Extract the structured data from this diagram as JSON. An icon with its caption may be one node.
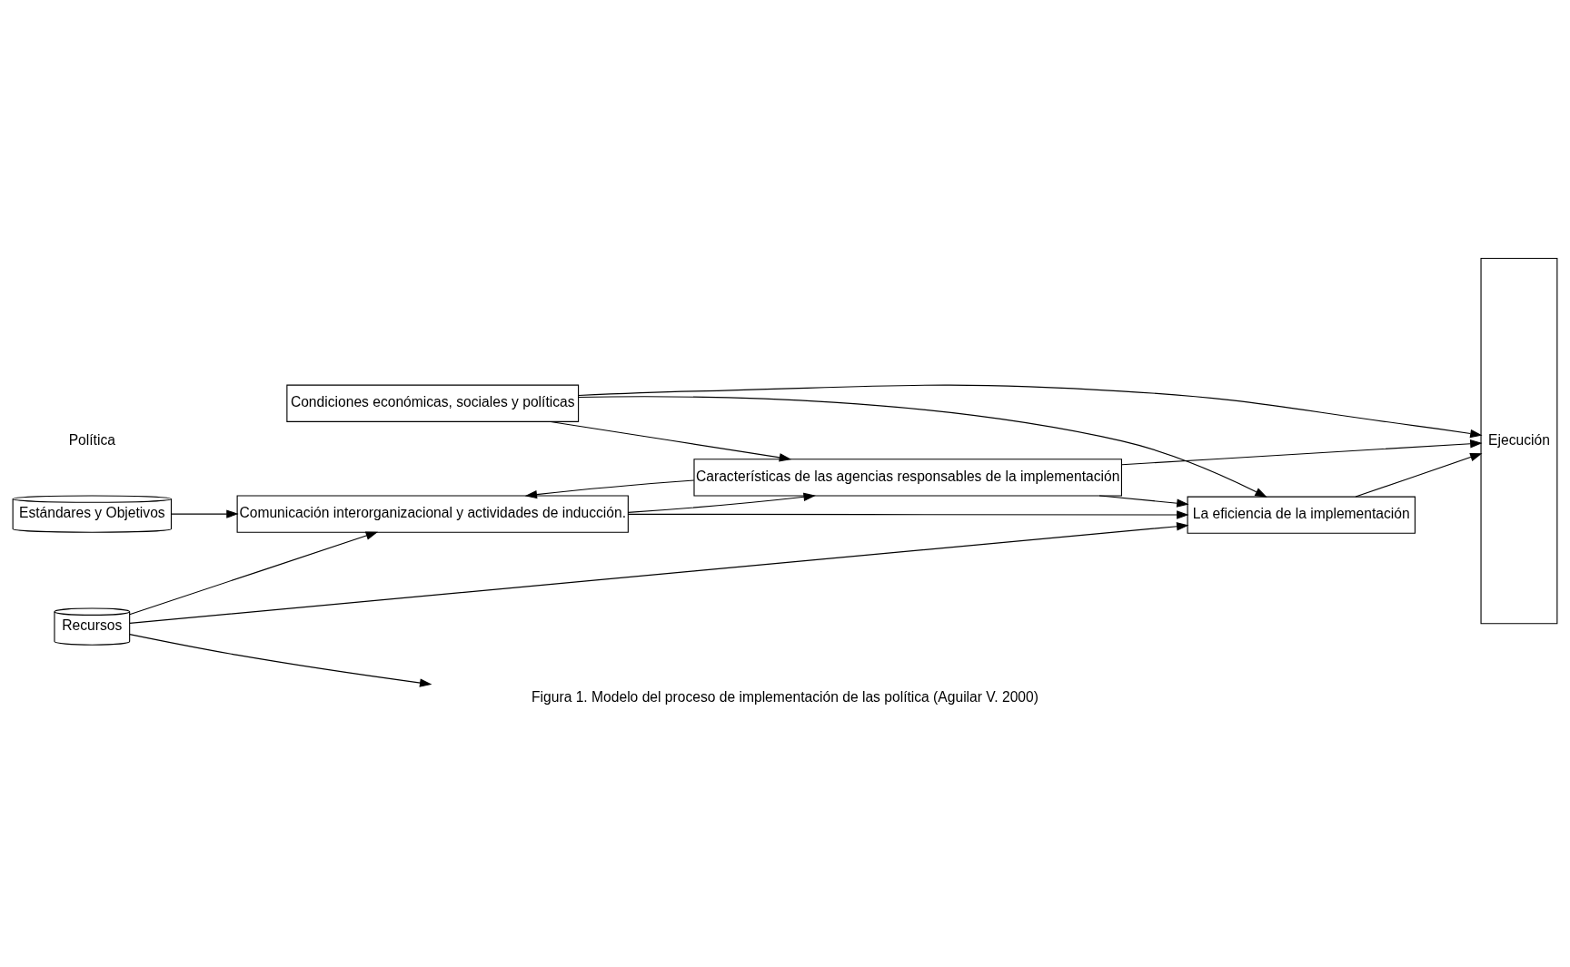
{
  "diagram": {
    "caption": "Figura 1. Modelo del proceso de implementación de las política (Aguilar V. 2000)",
    "nodes": [
      {
        "text": [
          "Estándares y Objetivos"
        ]
      },
      {
        "text": [
          "Recursos"
        ]
      },
      {
        "text": [
          "Comunicación interorganizacional y actividades de inducción."
        ]
      },
      {
        "text": [
          "Características de las agencias responsables de la implementación"
        ]
      },
      {
        "text": [
          "La eficiencia de la implementación"
        ]
      },
      {
        "text": [
          "Condiciones económicas, sociales y políticas"
        ]
      },
      {
        "text": [
          "Ejecución"
        ]
      }
    ],
    "edges": [
      {
        "from": 0,
        "to": 2,
        "arrow": "to"
      },
      {
        "from": 1,
        "to": 2,
        "arrow": "to"
      },
      {
        "from": 3,
        "to": 2,
        "arrow": "to"
      },
      {
        "from": 2,
        "to": 3,
        "arrow": "to"
      },
      {
        "from": 2,
        "to": 4,
        "arrow": "to"
      },
      {
        "from": 3,
        "to": 6,
        "arrow": "to"
      },
      {
        "from": 3,
        "to": 4,
        "arrow": "to"
      },
      {
        "from": 4,
        "to": 6,
        "arrow": "to"
      },
      {
        "from": 1,
        "to": 4,
        "arrow": "to"
      },
      {
        "from": 5,
        "to": 3,
        "arrow": "to"
      },
      {
        "from": 5,
        "to": 4,
        "arrow": "to"
      },
      {
        "from": 5,
        "to": 6,
        "arrow": "to"
      },
      {
        "from": 1,
        "to": null,
        "arrow": "to"
      }
    ],
    "labels": [
      "Política"
    ]
  }
}
